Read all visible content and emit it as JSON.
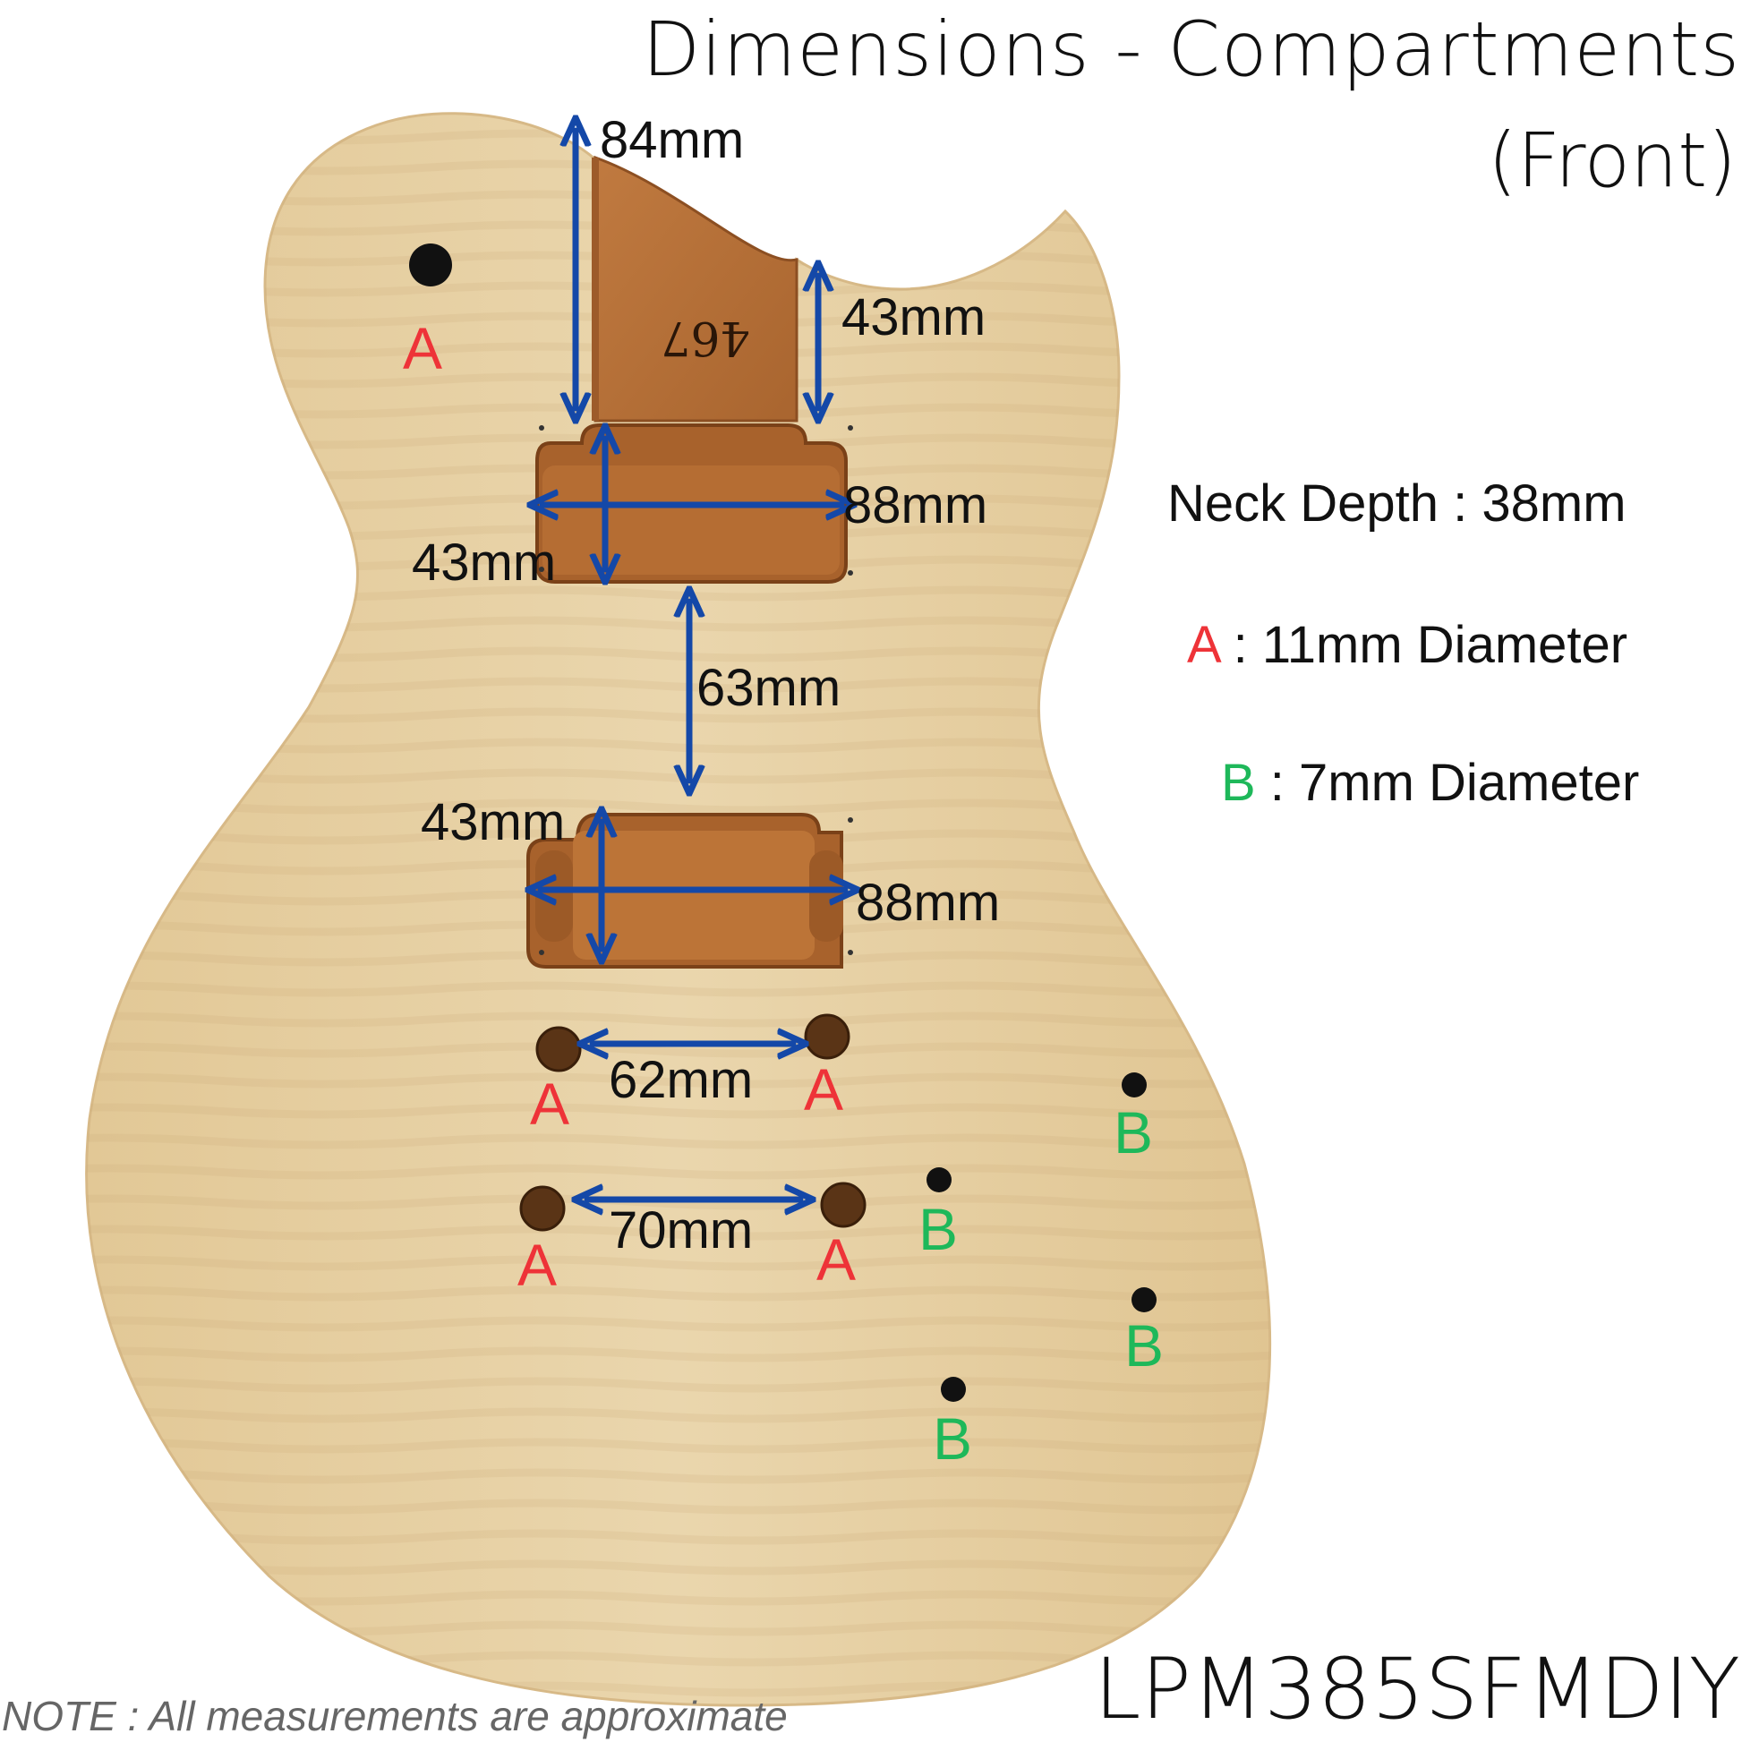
{
  "title": {
    "line1": "Dimensions - Compartments",
    "line2": "(Front)"
  },
  "product_code": "LPM385SFMDIY",
  "note": "NOTE : All measurements are approximate",
  "neck_pocket": {
    "handwritten_mark": "467"
  },
  "dimensions": {
    "neck_pocket_length": "84mm",
    "neck_pocket_width": "43mm",
    "neck_pickup_length": "88mm",
    "neck_pickup_width": "43mm",
    "pickup_spacing": "63mm",
    "bridge_pickup_width": "43mm",
    "bridge_pickup_length": "88mm",
    "upper_pots_spacing": "62mm",
    "lower_pots_spacing": "70mm"
  },
  "hole_labels": {
    "a": "A",
    "b": "B"
  },
  "legend": {
    "neck_depth": "Neck Depth : 38mm",
    "a_key": "A",
    "a_text": " : 11mm Diameter",
    "b_key": "B",
    "b_text": " : 7mm Diameter"
  },
  "colors": {
    "arrow": "#1448a8",
    "label_a": "#ee3338",
    "label_b": "#1eb85a",
    "maple": "#e6cfa2",
    "mahogany": "#b9743d"
  }
}
